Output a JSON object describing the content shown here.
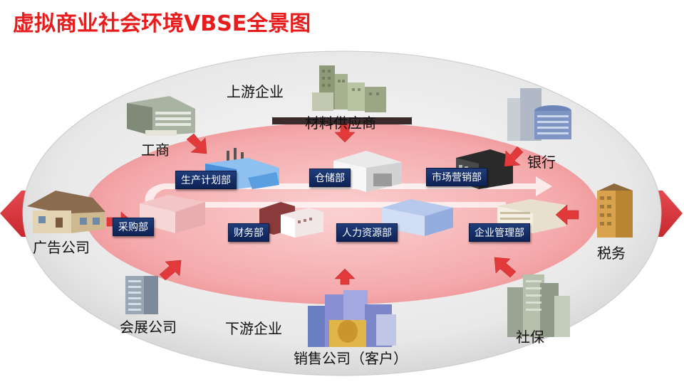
{
  "title": "虚拟商业社会环境VBSE全景图",
  "colors": {
    "title": "#e81c1c",
    "ring_outer": "#e9e9e9",
    "ring_inner": "#f4aeb0",
    "arrow": "#e23a3a",
    "dept_label": "#17306b"
  },
  "outer_entities": {
    "upstream": "上游企业",
    "supplier": "材料供应商",
    "bank": "银行",
    "industry_commerce": "工商",
    "advertising": "广告公司",
    "tax": "税务",
    "exhibition": "会展公司",
    "downstream": "下游企业",
    "sales": "销售公司（客户）",
    "social_security": "社保"
  },
  "departments": {
    "production_planning": "生产计划部",
    "warehouse": "仓储部",
    "marketing": "市场营销部",
    "purchasing": "采购部",
    "finance": "财务部",
    "hr": "人力资源部",
    "management": "企业管理部"
  },
  "icons": {
    "upstream_building": "office-cluster-icon",
    "gov_building": "government-building-icon",
    "bank_building": "bank-tower-icon",
    "house": "house-icon",
    "tax_building": "tax-bureau-icon",
    "exhibition_building": "highrise-icon",
    "sales_building": "city-cluster-icon",
    "social_building": "skyscrapers-icon",
    "factory": "factory-icon",
    "warehouse": "warehouse-icon"
  }
}
